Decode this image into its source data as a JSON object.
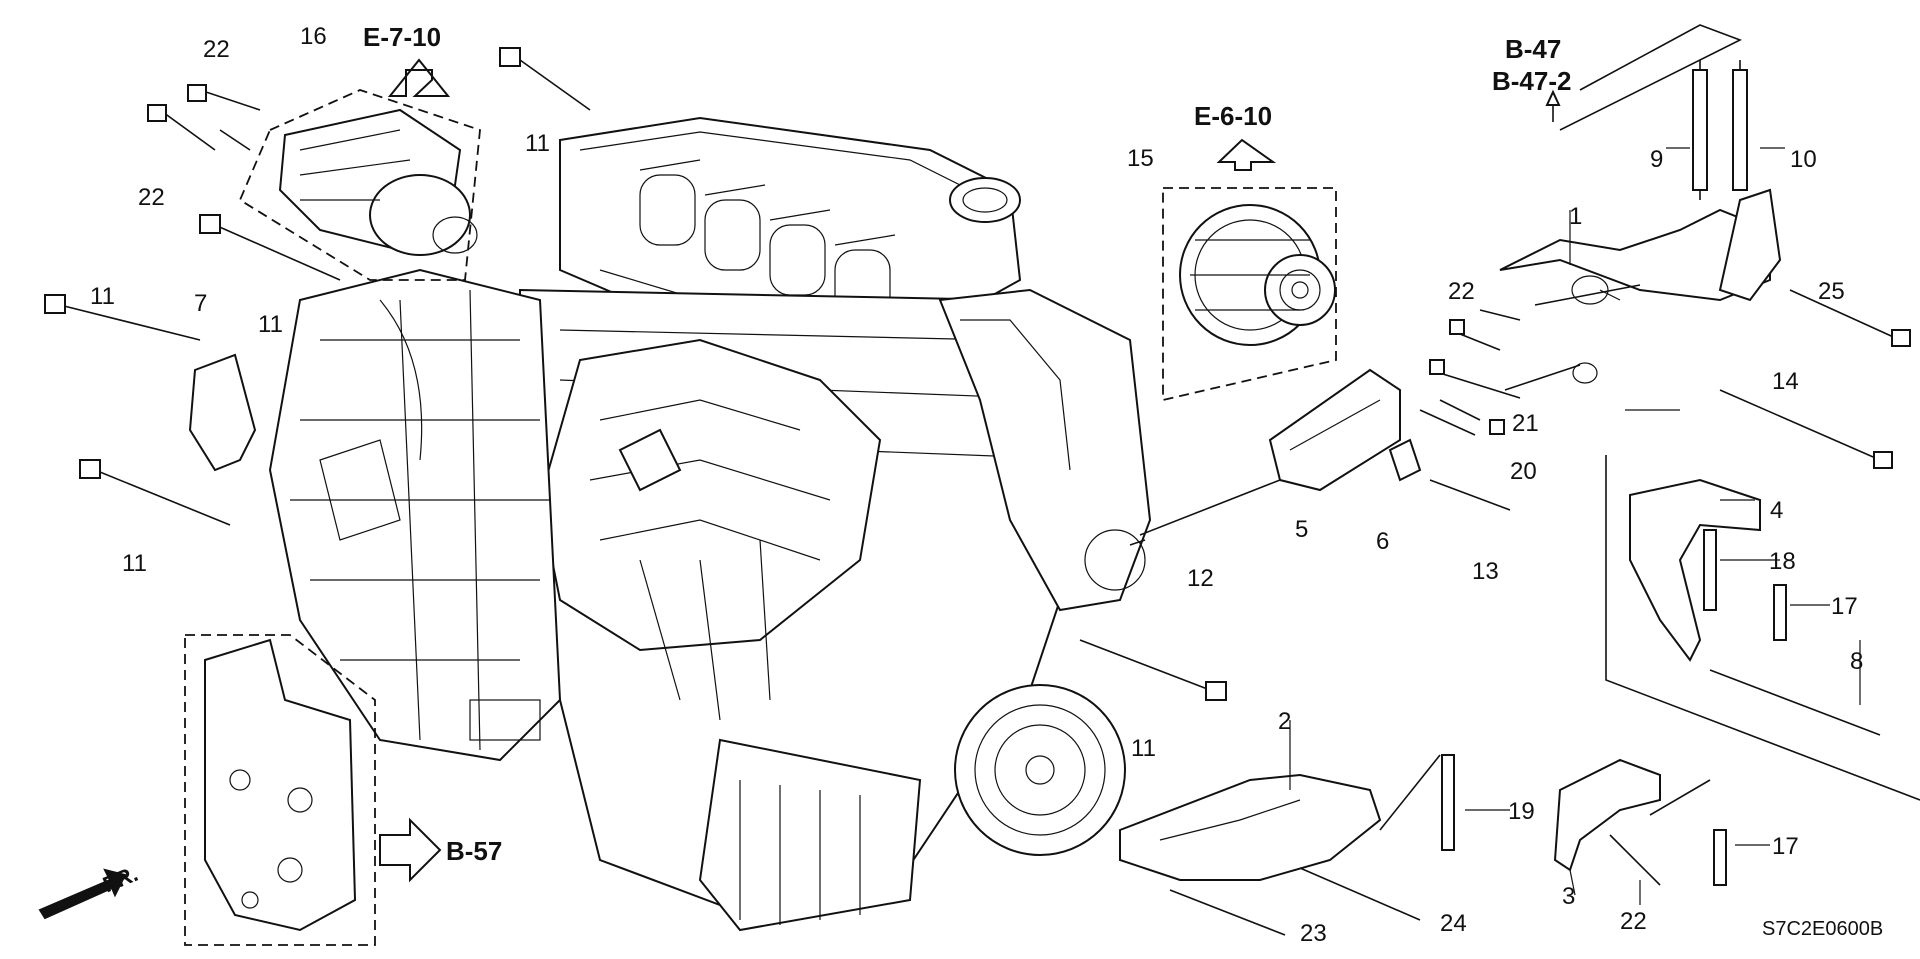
{
  "diagram": {
    "drawing_code": "S7C2E0600B",
    "front_marker": "FR.",
    "references": {
      "starter": "E-7-10",
      "alternator": "E-6-10",
      "mount_stud": "B-47",
      "mount_stud_alt": "B-47-2",
      "cover_plate": "B-57"
    },
    "callouts": {
      "c1": "1",
      "c2": "2",
      "c3": "3",
      "c4": "4",
      "c5": "5",
      "c6": "6",
      "c7": "7",
      "c8": "8",
      "c9": "9",
      "c10": "10",
      "c11a": "11",
      "c11b": "11",
      "c11c": "11",
      "c11d": "11",
      "c11e": "11",
      "c12": "12",
      "c13": "13",
      "c14": "14",
      "c15": "15",
      "c16": "16",
      "c17a": "17",
      "c17b": "17",
      "c18": "18",
      "c19": "19",
      "c20": "20",
      "c21": "21",
      "c22a": "22",
      "c22b": "22",
      "c22c": "22",
      "c22d": "22",
      "c23": "23",
      "c24": "24",
      "c25": "25"
    }
  }
}
